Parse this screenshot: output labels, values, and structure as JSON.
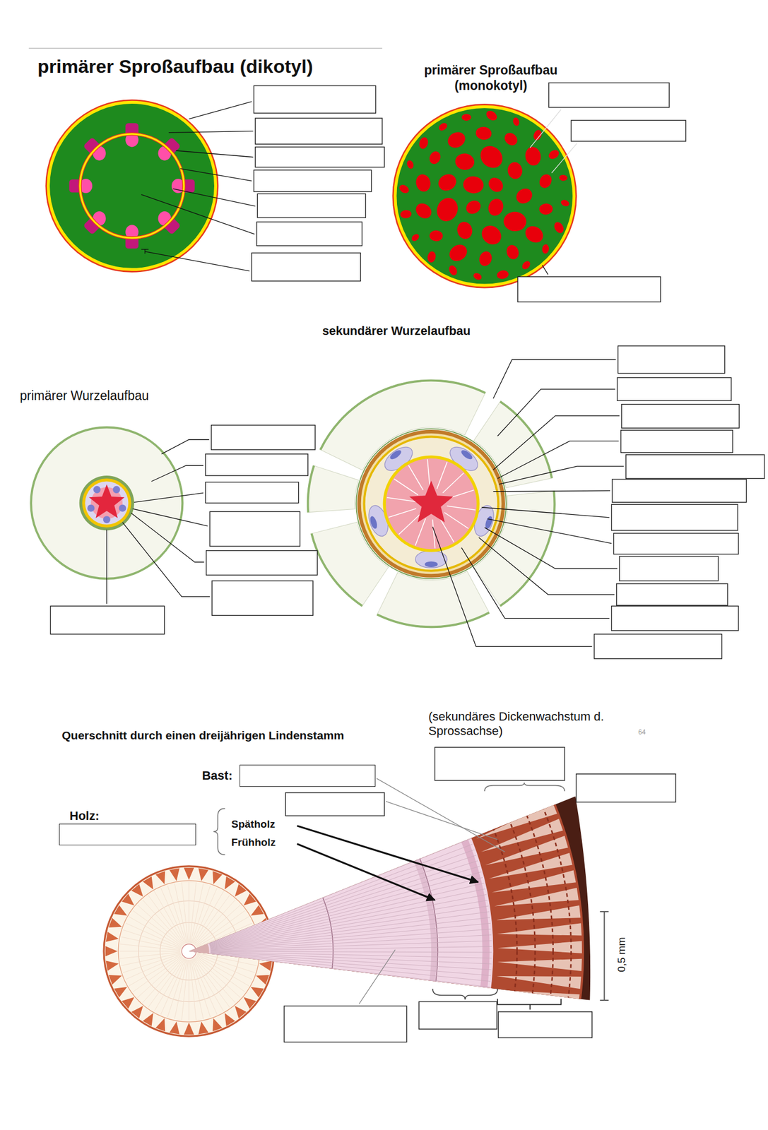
{
  "diagram": {
    "nodes": [
      {
        "text": [
          "Bast:"
        ]
      },
      {
        "text": [
          "Holz:"
        ]
      }
    ],
    "labels": [
      "primärer Sproßaufbau (dikotyl)",
      "primärer Sproßaufbau (monokotyl)",
      "sekundärer Wurzelaufbau",
      "primärer Wurzelaufbau",
      "Querschnitt durch einen dreijährigen Lindenstamm",
      "(sekundäres Dickenwachstum d. Sprossachse)",
      "64",
      "Spätholz",
      "Frühholz",
      "0,5 mm"
    ]
  }
}
